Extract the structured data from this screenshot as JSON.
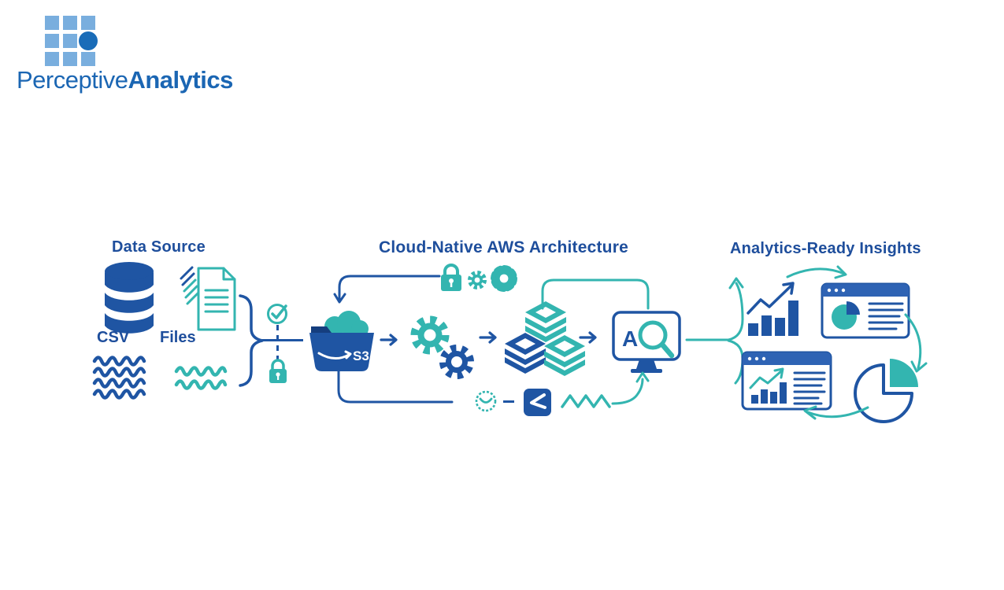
{
  "logo": {
    "brand_regular": "Perceptive",
    "brand_bold": "Analytics",
    "mark": "pixel-grid-with-dot"
  },
  "colors": {
    "background": "#ffffff",
    "navy": "#1f55a3",
    "teal": "#33b5b0",
    "title_navy": "#1e4e9c",
    "window_blue": "#2e63b4",
    "folder_tab_navy": "#153e7e",
    "logo_light_blue": "#79aede",
    "logo_dark_blue": "#1a6cb8",
    "logo_text_blue": "#1b66b3"
  },
  "diagram": {
    "data_source": {
      "title": "Data Source",
      "csv_label": "CSV",
      "files_label": "Files",
      "icons": [
        "database-icon",
        "documents-icon",
        "csv-waves-icon",
        "files-waves-icon"
      ]
    },
    "transfer": {
      "icons": [
        "curly-brace-connector",
        "check-icon",
        "dashed-connector",
        "lock-icon"
      ]
    },
    "aws": {
      "title": "Cloud-Native AWS Architecture",
      "s3_label": "S3",
      "athena_label": "A",
      "icons": [
        "s3-bucket-icon",
        "security-lock-icon",
        "security-gear-small-icon",
        "security-gear-large-icon",
        "etl-gears-icon",
        "data-layers-icon",
        "athena-monitor-icon",
        "magnifier-icon",
        "sync-icon",
        "stream-app-icon",
        "zigzag-icon",
        "flow-arrow-icon"
      ]
    },
    "insights": {
      "title": "Analytics-Ready Insights",
      "icons": [
        "growth-chart-icon",
        "dashboard-pie-window-icon",
        "dashboard-bars-window-icon",
        "pie-chart-icon",
        "cycle-arrow-icons"
      ]
    }
  }
}
